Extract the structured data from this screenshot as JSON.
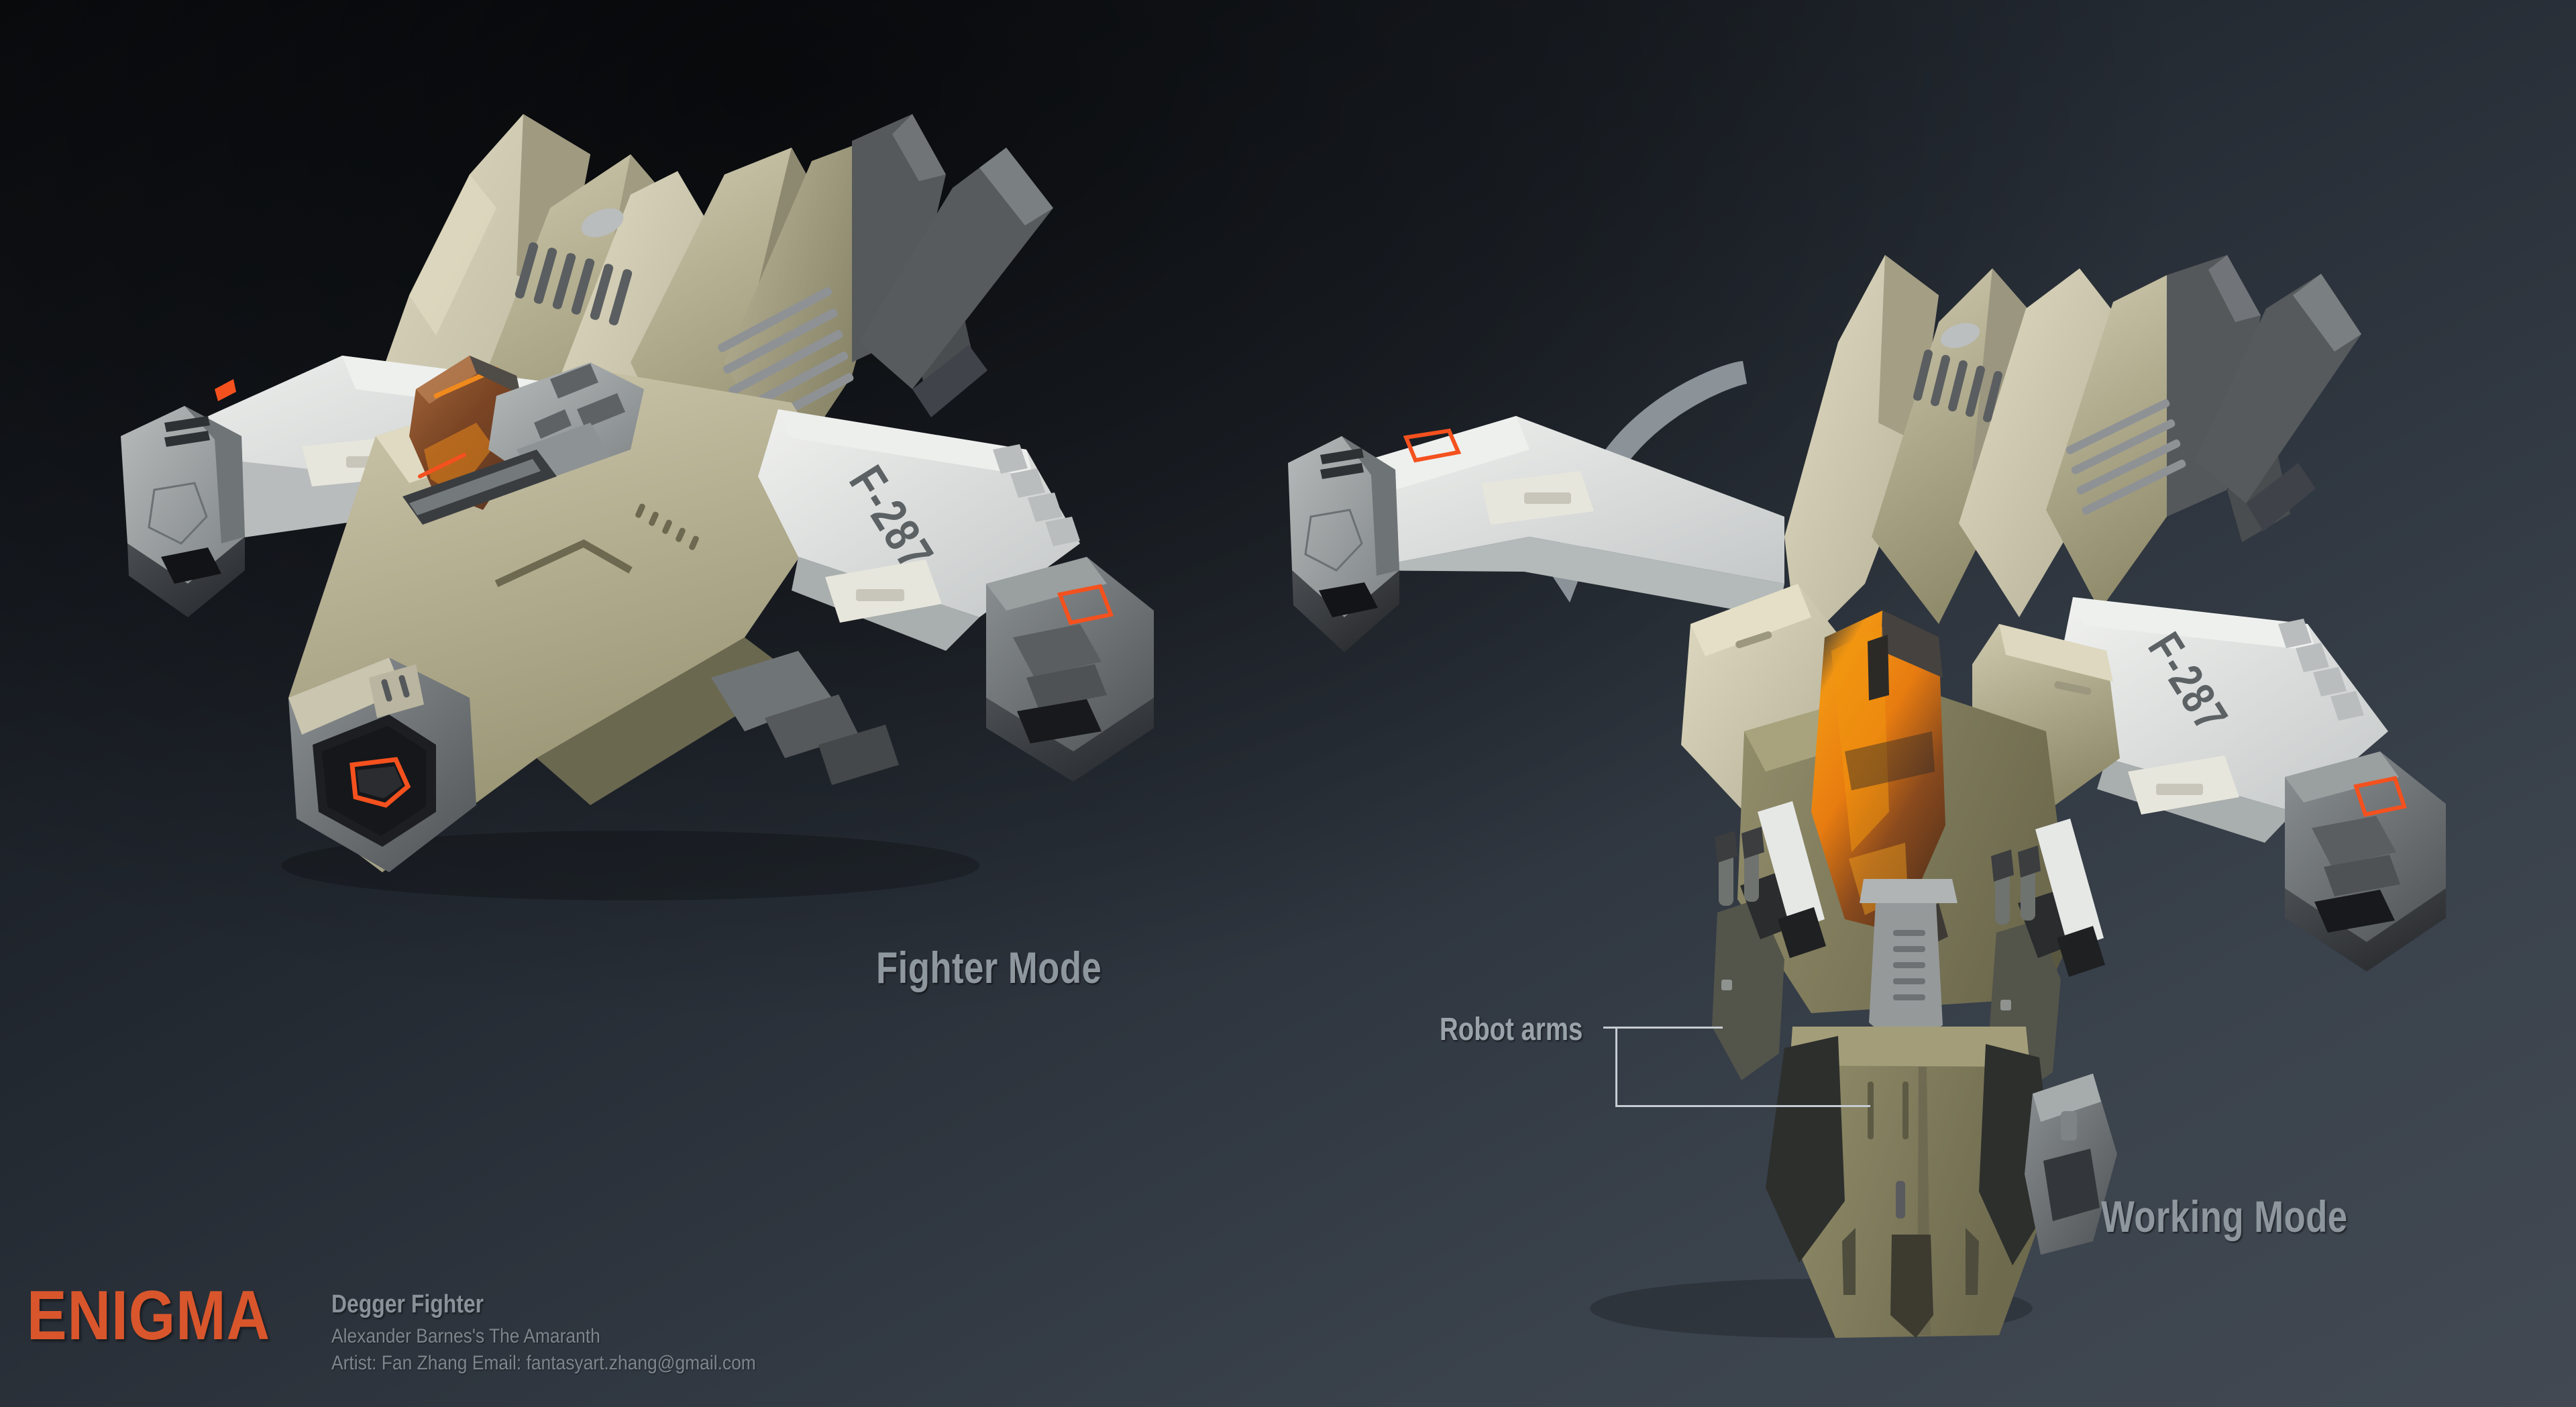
{
  "sheet": {
    "kind": "concept-art-sheet",
    "subject": "Degger Fighter transforming spacecraft",
    "background": {
      "top_left_hex": "#0e1013",
      "mid_hex": "#2b3139",
      "bottom_right_hex": "#424952"
    }
  },
  "labels": {
    "fighter_mode": "Fighter Mode",
    "working_mode": "Working Mode",
    "robot_arms": "Robot arms",
    "label_color_hex": "#8e969e",
    "leader_color_hex": "#c6ccd2"
  },
  "transform_arrow": {
    "name": "rotation-arrow",
    "direction": "counter-clockwise-down-left",
    "color_hex": "#8b9298"
  },
  "hull_markings": {
    "designation": "F-287"
  },
  "credits": {
    "brand": "ENIGMA",
    "brand_color_hex": "#d9562c",
    "title": "Degger Fighter",
    "property": "Alexander Barnes's The Amaranth",
    "artist_line": "Artist: Fan Zhang  Email: fantasyart.zhang@gmail.com"
  },
  "palette": {
    "armor_tan": "#cdc7ac",
    "armor_tan_shadow": "#8d8a72",
    "hull_olive": "#85805f",
    "hull_olive_dark": "#5d5a43",
    "panel_white": "#e4e6e5",
    "panel_grey": "#a9adad",
    "panel_grey_dark": "#6e7376",
    "metal_dark": "#3d4145",
    "metal_black": "#222529",
    "canopy_amber": "#e8871a",
    "canopy_amber_dark": "#7a4318",
    "canopy_brown": "#6e4428",
    "accent_orange": "#f4511e"
  }
}
